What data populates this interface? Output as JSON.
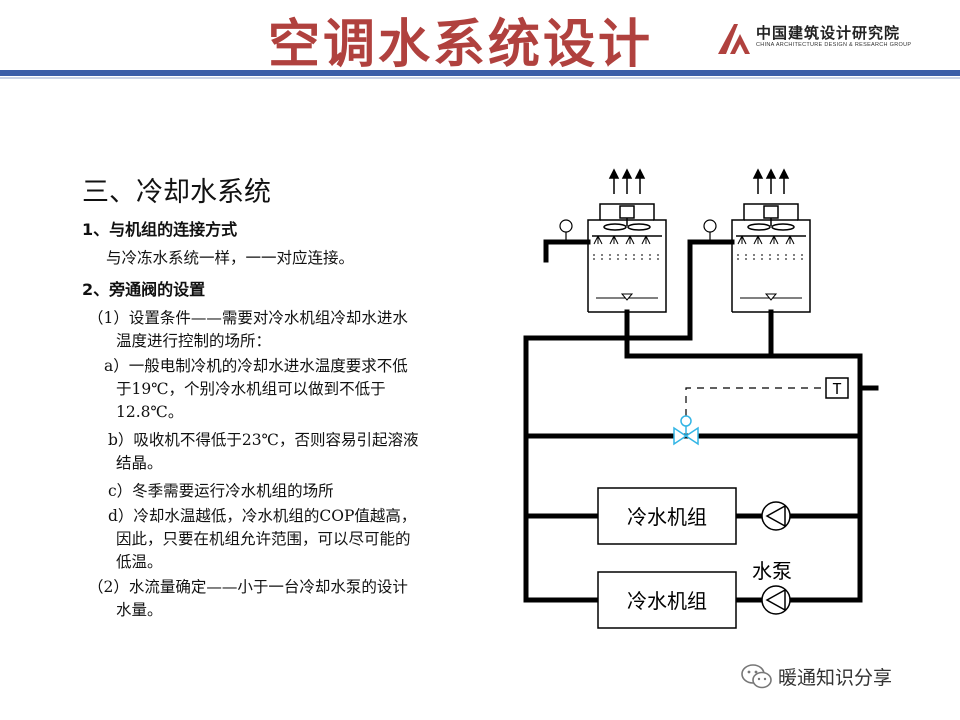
{
  "header": {
    "title": "空调水系统设计",
    "logo_zh": "中国建筑设计研究院",
    "logo_en": "CHINA ARCHITECTURE DESIGN & RESEARCH GROUP"
  },
  "content": {
    "heading": "三、冷却水系统",
    "lines": [
      "1、与机组的连接方式",
      "与冷冻水系统一样，一一对应连接。",
      "2、旁通阀的设置",
      "（1）设置条件——需要对冷水机组冷却水进水",
      "温度进行控制的场所：",
      "a）一般电制冷机的冷却水进水温度要求不低",
      "于19℃，个别冷水机组可以做到不低于",
      "12.8℃。",
      "b）吸收机不得低于23℃，否则容易引起溶液",
      "结晶。",
      "c）冬季需要运行冷水机组的场所",
      "d）冷却水温越低，冷水机组的COP值越高，",
      "因此，只要在机组允许范围，可以尽可能的",
      "低温。",
      "（2）水流量确定——小于一台冷却水泵的设计",
      "水量。"
    ]
  },
  "diagram": {
    "chiller_1_label": "冷水机组",
    "chiller_2_label": "冷水机组",
    "pump_label": "水泵",
    "thermostat_label": "T"
  },
  "footer": {
    "watermark": "暖通知识分享"
  },
  "colors": {
    "title": "#b0413e",
    "rule_blue": "#3b5ea8",
    "pipe": "#000000"
  }
}
